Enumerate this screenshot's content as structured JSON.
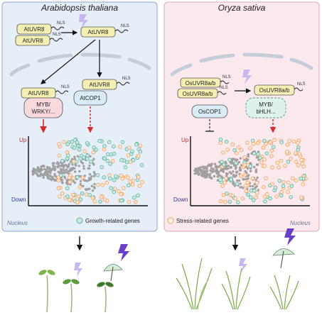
{
  "panels": {
    "left_title": "Arabidopsis thaliana",
    "right_title": "Oryza sativa"
  },
  "labels": {
    "at_uvr8": "AtUVR8",
    "at_cop1": "AtCOP1",
    "at_tf_1": "MYB/",
    "at_tf_2": "WRKY/...",
    "os_uvr8_1": "OsUVR8a/b",
    "os_uvr8_2": "OsUVR8a/b",
    "os_uvr8_active": "OsUVR8a/b",
    "os_cop1": "OsCOP1",
    "os_tf_1": "MYB/",
    "os_tf_2": "bHLH...",
    "nls": "NLS",
    "up": "Up",
    "down": "Down",
    "nucleus": "Nucleus",
    "growth_legend": "Growth-related genes",
    "stress_legend": "Stress-related genes"
  },
  "colors": {
    "left_panel_fill": "#e6eef8",
    "left_panel_border": "#8fa6c8",
    "right_panel_fill": "#fbe9ee",
    "right_panel_border": "#dbaab8",
    "protein_fill": "#f4f0b4",
    "cop1_fill": "#d9ecf5",
    "at_tf_fill": "#f9d9dc",
    "os_tf_fill": "#dff1ec",
    "teal_dot": "#5bb4a0",
    "orange_dot": "#f0a061",
    "gray_dot": "#a0a0a0",
    "up_red": "#d82a2a",
    "down_blue": "#2d3a9a",
    "uvb_purple": "#6a3fc8"
  },
  "icons": [
    "lightning-icon",
    "umbrella-icon",
    "arrow-icon",
    "seedling-icon",
    "rice-plant-icon"
  ]
}
